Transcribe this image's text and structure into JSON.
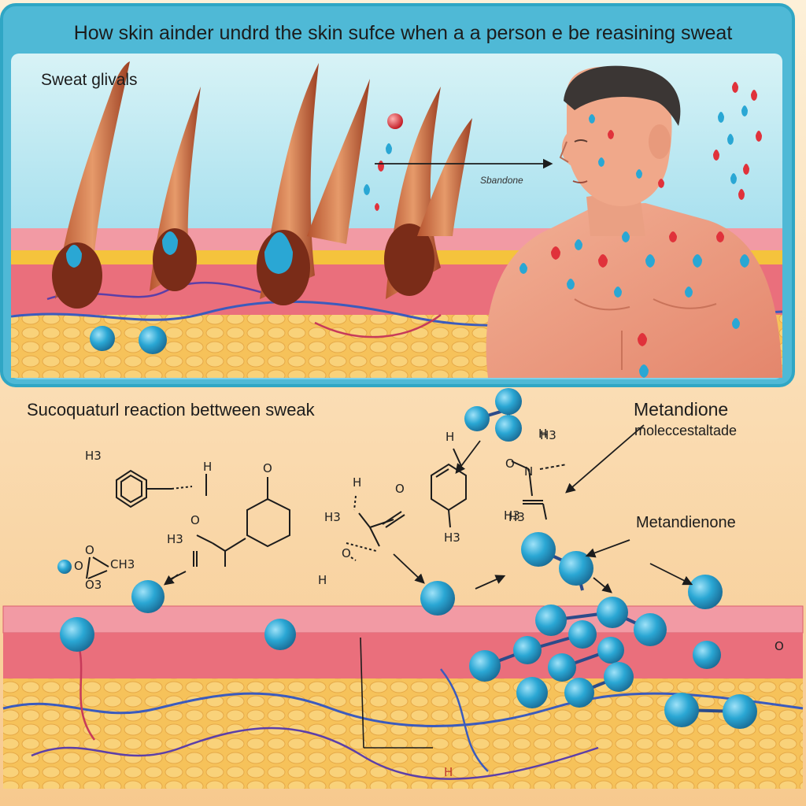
{
  "title": "How skin ainder undrd the skin sufce when a a person e be reasining sweat",
  "top_panel": {
    "label": "Sweat glivals",
    "arrow_label": "Sbandone"
  },
  "bottom_panel": {
    "reaction_label": "Sucoquaturl reaction bettween  sweak",
    "molecule_label_1": "Metandione",
    "molecule_label_1b": "moleccestaltade",
    "molecule_label_2": "Metandienone"
  },
  "chem_labels": [
    "H3",
    "H",
    "O",
    "O",
    "H3",
    "O",
    "O",
    "CH3",
    "O3",
    "H",
    "O",
    "H",
    "H3",
    "H",
    "H3",
    "H",
    "H3",
    "O",
    "N",
    "H3",
    "H3",
    "O",
    "O",
    "H"
  ],
  "colors": {
    "sky": "#8fd6ea",
    "frame": "#2fa6c4",
    "skin": "#ea6f7c",
    "fat": "#f7c25a",
    "molecule": "#2aa7d4",
    "sweat_red": "#e0323b"
  }
}
